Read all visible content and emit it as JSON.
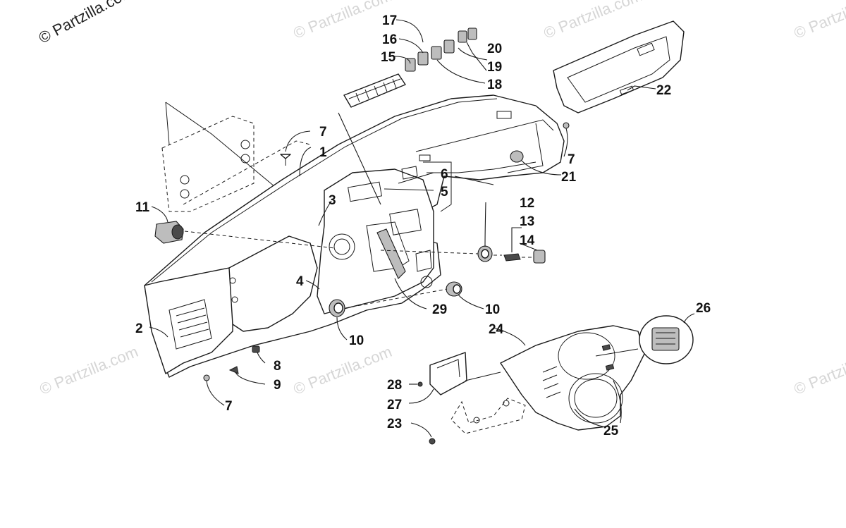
{
  "watermark": {
    "primary": "© Partzilla.com",
    "faint": "© Partzilla.com"
  },
  "callouts": {
    "c1": "1",
    "c2": "2",
    "c3": "3",
    "c4": "4",
    "c5": "5",
    "c6": "6",
    "c7a": "7",
    "c7b": "7",
    "c7c": "7",
    "c8": "8",
    "c9": "9",
    "c10a": "10",
    "c10b": "10",
    "c11": "11",
    "c12": "12",
    "c13": "13",
    "c14": "14",
    "c15": "15",
    "c16": "16",
    "c17": "17",
    "c18": "18",
    "c19": "19",
    "c20": "20",
    "c21": "21",
    "c22": "22",
    "c23": "23",
    "c24": "24",
    "c25": "25",
    "c26": "26",
    "c27": "27",
    "c28": "28",
    "c29": "29"
  },
  "colors": {
    "line": "#1a1a1a",
    "watermark": "#d6d6d6",
    "background": "#ffffff"
  }
}
